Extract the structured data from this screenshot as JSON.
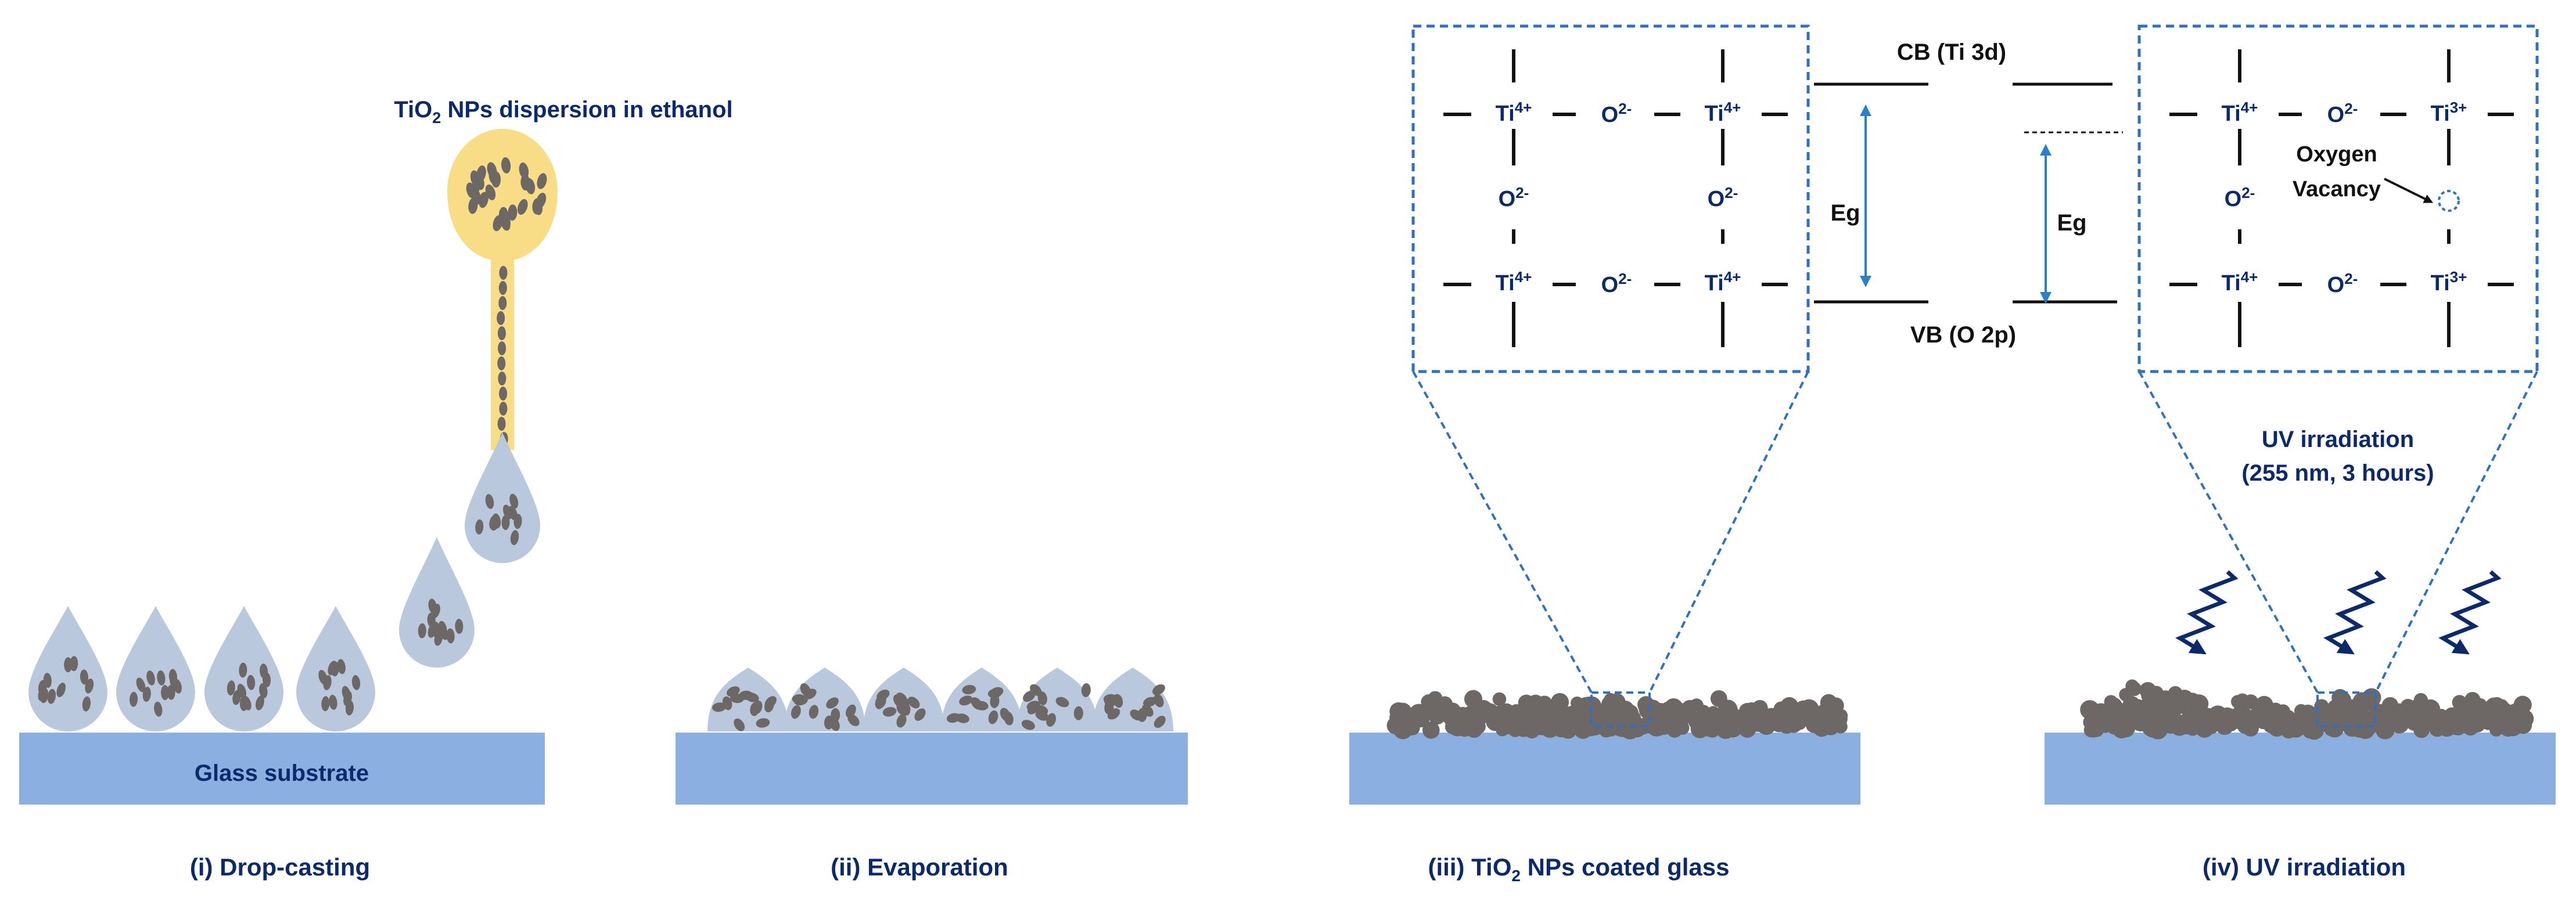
{
  "colors": {
    "substrate": "#8aafe0",
    "droplet": "#b9c8dc",
    "particle": "#6d6766",
    "dispersion": "#f8dc86",
    "label": "#0c2a6b",
    "band_arrow": "#2b7fcc",
    "frame_dash": "#2f6fc4",
    "uv_arrow": "#0c2a6b",
    "line": "#111111"
  },
  "panel1": {
    "dispersion_label_pre": "TiO",
    "dispersion_label_sub": "2",
    "dispersion_label_post": " NPs dispersion in ethanol",
    "substrate_label": "Glass substrate",
    "caption": "(i) Drop-casting"
  },
  "panel2": {
    "caption": "(ii) Evaporation"
  },
  "panel3": {
    "caption_pre": "(iii) TiO",
    "caption_sub": "2",
    "caption_post": " NPs coated glass",
    "lattice": {
      "ti": "Ti",
      "ti_charge": "4+",
      "o": "O",
      "o_charge": "2-"
    }
  },
  "band": {
    "cb_label": "CB (Ti 3d)",
    "vb_label": "VB (O 2p)",
    "eg_left": "Eg",
    "eg_right": "Eg"
  },
  "panel4": {
    "uv_label_line1": "UV irradiation",
    "uv_label_line2": "(255 nm, 3 hours)",
    "caption": "(iv) UV irradiation",
    "lattice": {
      "ti": "Ti",
      "ti4_charge": "4+",
      "ti3_charge": "3+",
      "o": "O",
      "o_charge": "2-",
      "vacancy_line1": "Oxygen",
      "vacancy_line2": "Vacancy"
    }
  }
}
